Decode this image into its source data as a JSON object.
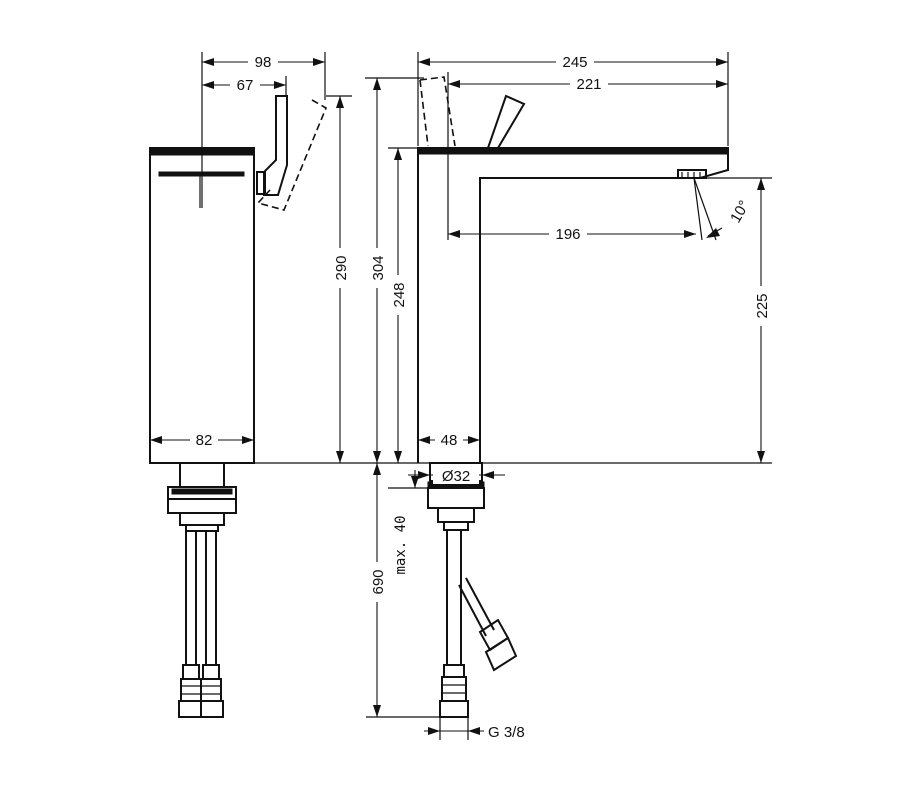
{
  "side_view": {
    "width_total": "98",
    "handle_offset": "67",
    "height_total": "290",
    "body_width": "82"
  },
  "front_view": {
    "length_total": "245",
    "length_to_handle": "221",
    "spout_projection": "196",
    "angle": "10°",
    "height_total": "304",
    "body_height": "248",
    "spout_height": "225",
    "body_width": "48",
    "thread_diameter": "Ø32",
    "max_thickness": "max. 40",
    "hose_length": "690",
    "connection": "G 3/8"
  }
}
